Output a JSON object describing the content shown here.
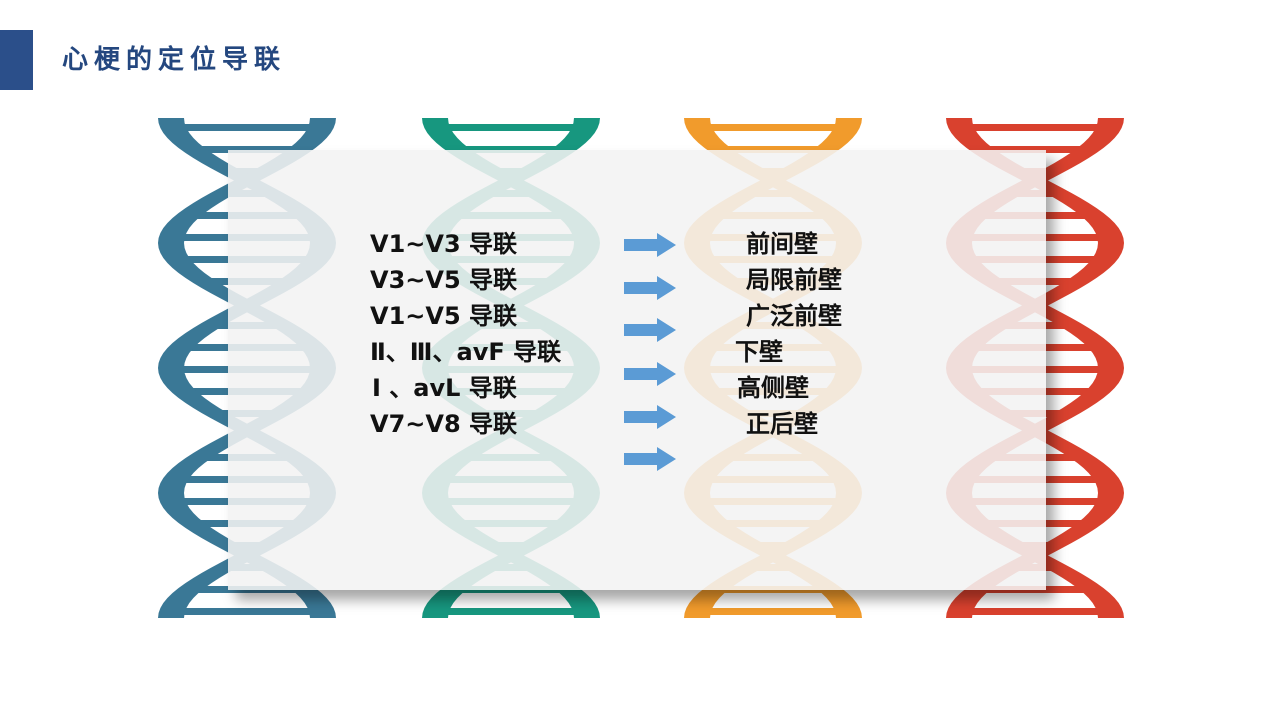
{
  "slide": {
    "title": "心梗的定位导联"
  },
  "theme": {
    "accent": "#2b4f8a",
    "title_color": "#24477f",
    "arrow_color": "#5b9bd5",
    "helix_colors": [
      "#3a7896",
      "#17977f",
      "#f19b2c",
      "#d9412e"
    ]
  },
  "leads": [
    "V1~V3 导联",
    "V3~V5 导联",
    "V1~V5 导联",
    "Ⅱ、Ⅲ、avF 导联",
    "Ⅰ 、avL 导联",
    "V7~V8 导联"
  ],
  "walls": [
    "前间壁",
    "局限前壁",
    "广泛前壁",
    "下壁",
    "高侧壁",
    "正后壁"
  ],
  "arrow_count": 6
}
